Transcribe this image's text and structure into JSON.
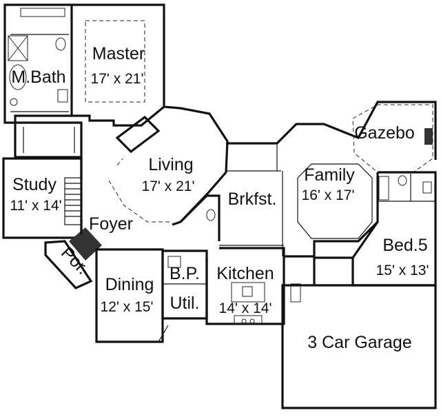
{
  "rooms": {
    "master": {
      "name": "Master",
      "size": "17' x 21'"
    },
    "mbath": {
      "name": "M.Bath"
    },
    "gazebo": {
      "name": "Gazebo"
    },
    "living": {
      "name": "Living",
      "size": "17' x 21'"
    },
    "family": {
      "name": "Family",
      "size": "16' x 17'"
    },
    "study": {
      "name": "Study",
      "size": "11' x 14'"
    },
    "brkfst": {
      "name": "Brkfst."
    },
    "foyer": {
      "name": "Foyer"
    },
    "bed5": {
      "name": "Bed.5",
      "size": "15' x 13'"
    },
    "porch": {
      "name": "Por."
    },
    "dining": {
      "name": "Dining",
      "size": "12' x 15'"
    },
    "bp": {
      "name": "B.P."
    },
    "kitchen": {
      "name": "Kitchen",
      "size": "14' x 14'"
    },
    "util": {
      "name": "Util."
    },
    "garage": {
      "name": "3 Car Garage"
    }
  }
}
